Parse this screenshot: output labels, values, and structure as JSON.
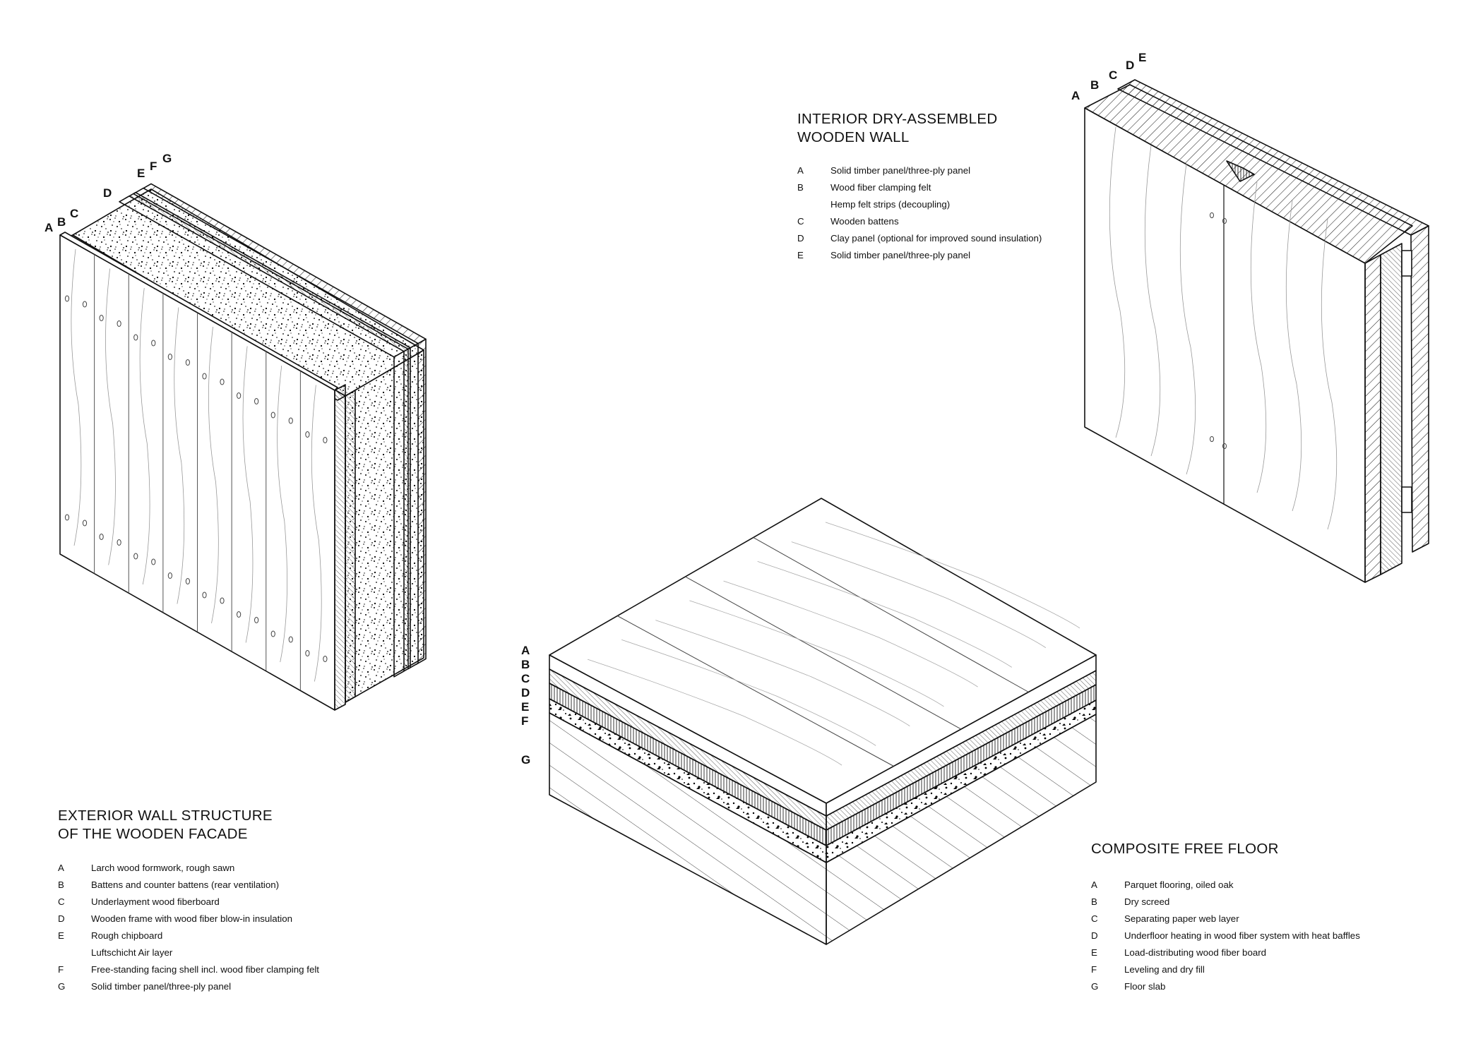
{
  "exterior": {
    "title_line1": "EXTERIOR WALL STRUCTURE",
    "title_line2": "OF THE WOODEN FACADE",
    "legend": [
      {
        "key": "A",
        "text": "Larch wood formwork, rough sawn"
      },
      {
        "key": "B",
        "text": "Battens and counter battens (rear ventilation)"
      },
      {
        "key": "C",
        "text": "Underlayment wood fiberboard"
      },
      {
        "key": "D",
        "text": "Wooden frame with wood fiber blow-in insulation"
      },
      {
        "key": "E",
        "text": "Rough chipboard"
      },
      {
        "key": "",
        "text": "Luftschicht Air layer"
      },
      {
        "key": "F",
        "text": "Free-standing facing shell incl. wood fiber clamping felt"
      },
      {
        "key": "G",
        "text": "Solid timber panel/three-ply panel"
      }
    ],
    "labels": [
      "A",
      "B",
      "C",
      "D",
      "E",
      "F",
      "G"
    ]
  },
  "interior": {
    "title_line1": "INTERIOR DRY-ASSEMBLED",
    "title_line2": "WOODEN WALL",
    "legend": [
      {
        "key": "A",
        "text": "Solid timber panel/three-ply panel"
      },
      {
        "key": "B",
        "text": "Wood fiber clamping felt"
      },
      {
        "key": "",
        "text": "Hemp felt strips (decoupling)"
      },
      {
        "key": "C",
        "text": "Wooden battens"
      },
      {
        "key": "D",
        "text": "Clay panel (optional for improved sound insulation)"
      },
      {
        "key": "E",
        "text": "Solid timber panel/three-ply panel"
      }
    ],
    "labels": [
      "A",
      "B",
      "C",
      "D",
      "E"
    ]
  },
  "floor": {
    "title": "COMPOSITE FREE FLOOR",
    "legend": [
      {
        "key": "A",
        "text": "Parquet flooring, oiled oak"
      },
      {
        "key": "B",
        "text": "Dry screed"
      },
      {
        "key": "C",
        "text": "Separating paper web layer"
      },
      {
        "key": "D",
        "text": "Underfloor heating in wood fiber system with heat baffles"
      },
      {
        "key": "E",
        "text": "Load-distributing wood fiber board"
      },
      {
        "key": "F",
        "text": "Leveling and dry fill"
      },
      {
        "key": "G",
        "text": "Floor slab"
      }
    ],
    "labels": [
      "A",
      "B",
      "C",
      "D",
      "E",
      "F",
      "G"
    ]
  }
}
